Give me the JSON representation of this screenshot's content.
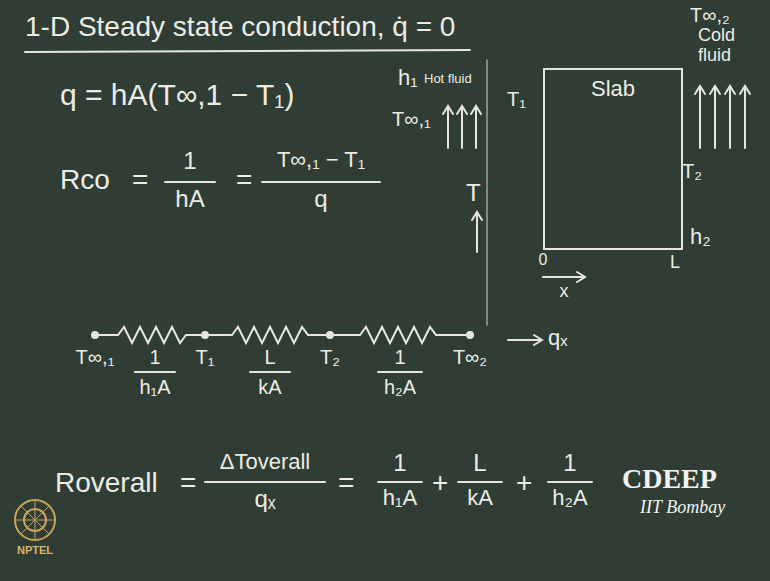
{
  "diagram": {
    "title": "1-D Steady state conduction, q̇ = 0",
    "nodes": [
      {
        "text": [
          "Slab"
        ]
      }
    ],
    "labels": [
      "q = hA(T∞,1 − T₁)",
      "h₁",
      "Hot fluid",
      "T∞,₁",
      "T₁",
      "T∞,₂",
      "Cold fluid",
      "T₂",
      "h₂",
      "0",
      "L",
      "x",
      "Rco",
      "=",
      "1",
      "hA",
      "=",
      "T∞,₁ − T₁",
      "q",
      "T",
      "T∞,₁",
      "1",
      "h₁A",
      "T₁",
      "L",
      "kA",
      "T₂",
      "1",
      "h₂A",
      "T∞₂",
      "qₓ",
      "Roverall",
      "=",
      "ΔToverall",
      "qₓ",
      "=",
      "1",
      "h₁A",
      "+",
      "L",
      "kA",
      "+",
      "1",
      "h₂A",
      "CDEEP",
      "IIT Bombay",
      "NPTEL"
    ]
  }
}
